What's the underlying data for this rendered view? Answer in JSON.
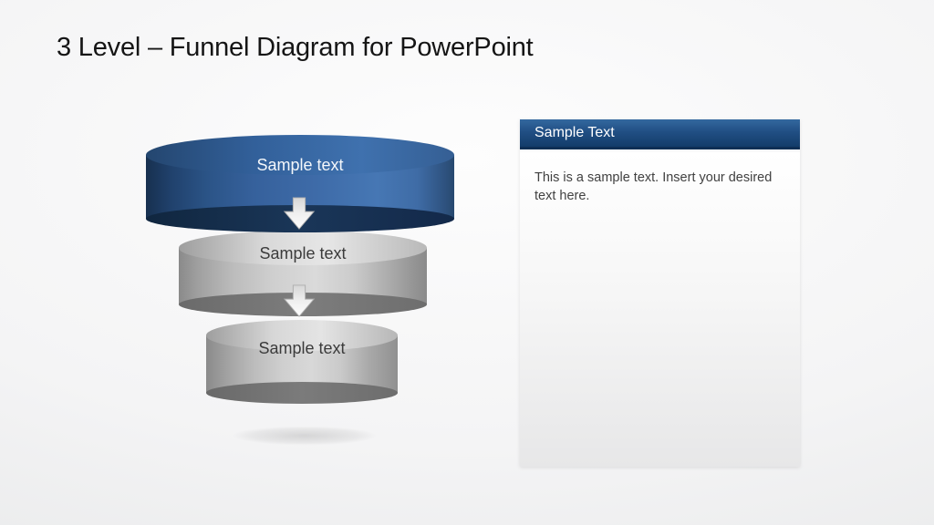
{
  "slide": {
    "title": "3 Level – Funnel Diagram for PowerPoint"
  },
  "funnel": {
    "levels": [
      {
        "id": "level-1",
        "label": "Sample text",
        "fill": "#2e5c97",
        "rim": "#142c4c",
        "text_color": "#ffffff"
      },
      {
        "id": "level-2",
        "label": "Sample text",
        "fill": "#bfbfbf",
        "rim": "#757575",
        "text_color": "#3b3b3b"
      },
      {
        "id": "level-3",
        "label": "Sample text",
        "fill": "#bfbfbf",
        "rim": "#757575",
        "text_color": "#3b3b3b"
      }
    ],
    "connector_icon": "down-arrow"
  },
  "panel": {
    "header_title": "Sample Text",
    "body_text": "This is a sample text. Insert your desired text here.",
    "header_color": "#1d4a7e",
    "header_text_color": "#ffffff",
    "body_text_color": "#414141"
  },
  "colors": {
    "accent_blue": "#2e5c97",
    "dark_navy": "#13294a",
    "gray": "#bfbfbf",
    "title_text": "#151515",
    "background": "#f0f1f2"
  }
}
